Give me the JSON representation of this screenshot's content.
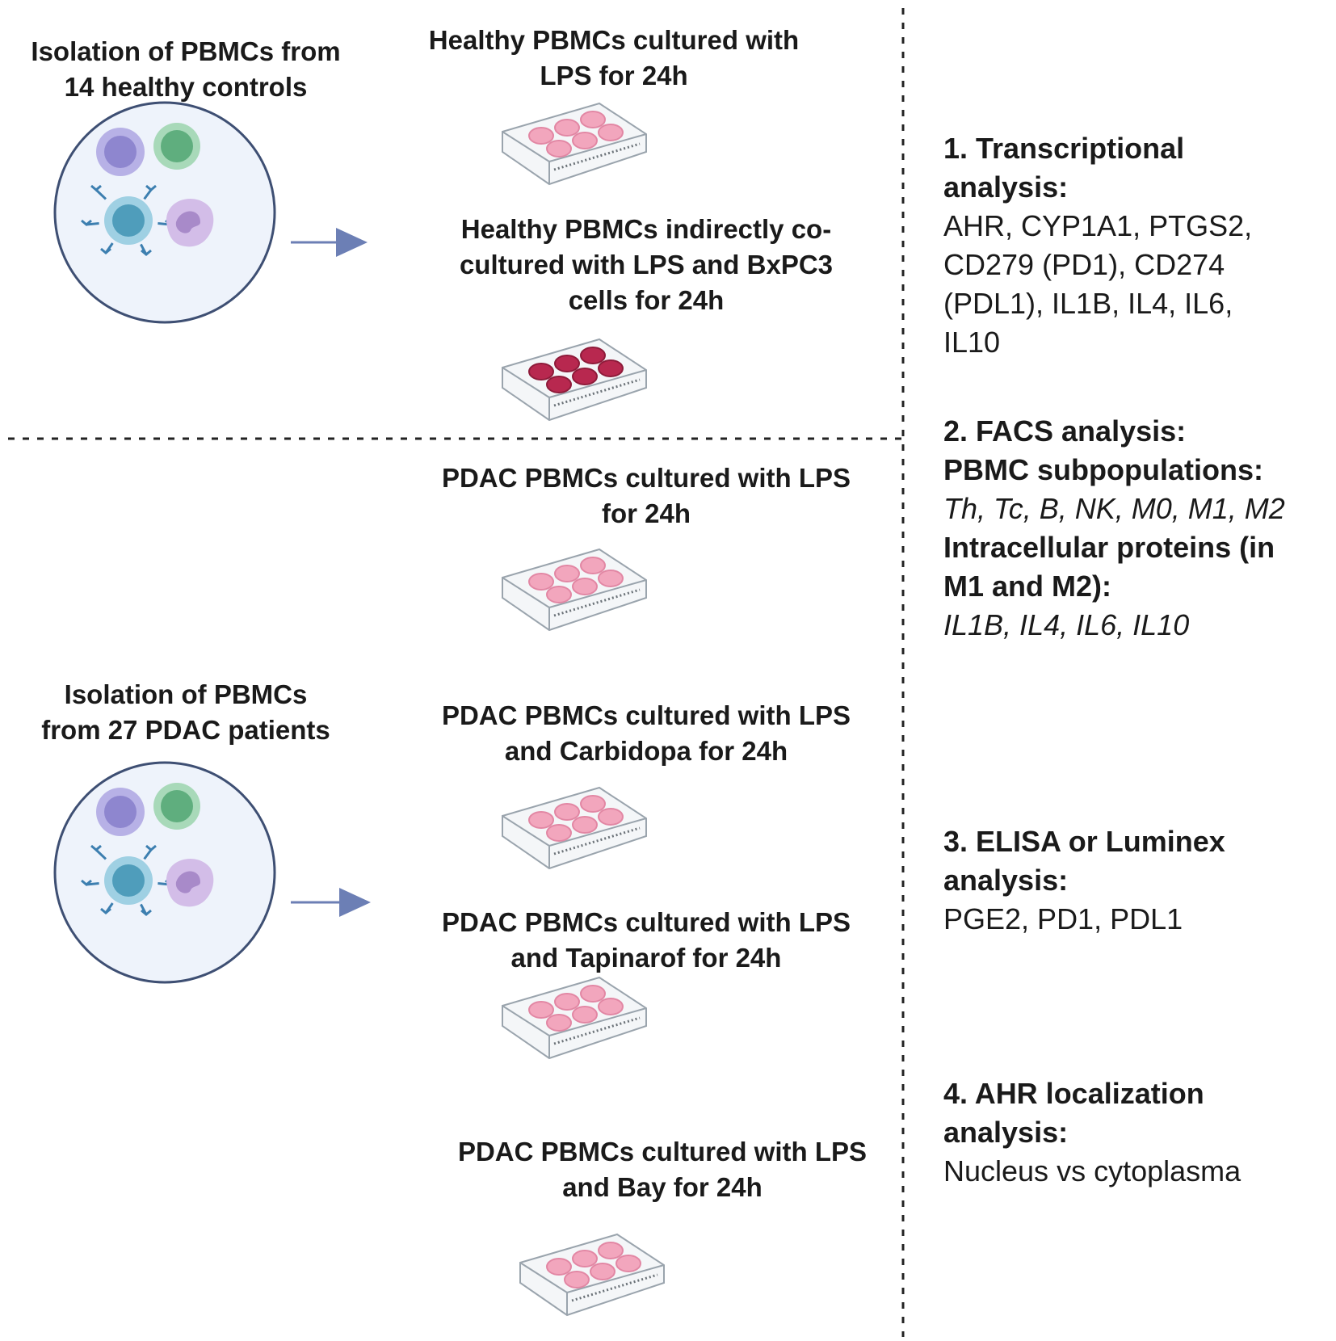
{
  "left": {
    "healthy_title": "Isolation of PBMCs from\n14 healthy controls",
    "pdac_title": "Isolation of PBMCs\nfrom 27 PDAC patients"
  },
  "conditions": [
    {
      "label": "Healthy PBMCs cultured with\nLPS  for 24h",
      "plate": "light"
    },
    {
      "label": "Healthy PBMCs  indirectly  co-\ncultured with LPS and BxPC3\ncells  for 24h",
      "plate": "dark"
    },
    {
      "label": "PDAC PBMCs cultured with LPS\nfor 24h",
      "plate": "light"
    },
    {
      "label": "PDAC PBMCs cultured with LPS\nand Carbidopa  for 24h",
      "plate": "light"
    },
    {
      "label": "PDAC PBMCs cultured with LPS\nand Tapinarof  for 24h",
      "plate": "light"
    },
    {
      "label": "PDAC PBMCs cultured with LPS\nand Bay  for 24h",
      "plate": "light"
    }
  ],
  "analyses": {
    "a1": {
      "heading": "1. Transcriptional\nanalysis:",
      "text": "AHR, CYP1A1, PTGS2,\nCD279 (PD1), CD274\n(PDL1), IL1B, IL4, IL6,\nIL10"
    },
    "a2": {
      "heading": "2. FACS analysis:",
      "sub1": "PBMC subpopulations:",
      "sub1_items": "Th, Tc, B, NK, M0, M1, M2",
      "sub2": "Intracellular proteins (in\nM1 and M2):",
      "sub2_items": "IL1B, IL4, IL6, IL10"
    },
    "a3": {
      "heading": "3. ELISA or Luminex\nanalysis:",
      "text": "PGE2, PD1, PDL1"
    },
    "a4": {
      "heading": "4. AHR localization\nanalysis:",
      "text": "Nucleus vs cytoplasma"
    }
  },
  "colors": {
    "cell_purple": "#8e86cf",
    "cell_green": "#5fae7e",
    "cell_blue": "#4f9dbb",
    "macrophage": "#a88ac9",
    "receptor": "#3d7fb0",
    "arrow": "#6c7fb5",
    "plate_light_well": "#f2a6bd",
    "plate_dark_well": "#b8284f",
    "divider": "#222222"
  }
}
